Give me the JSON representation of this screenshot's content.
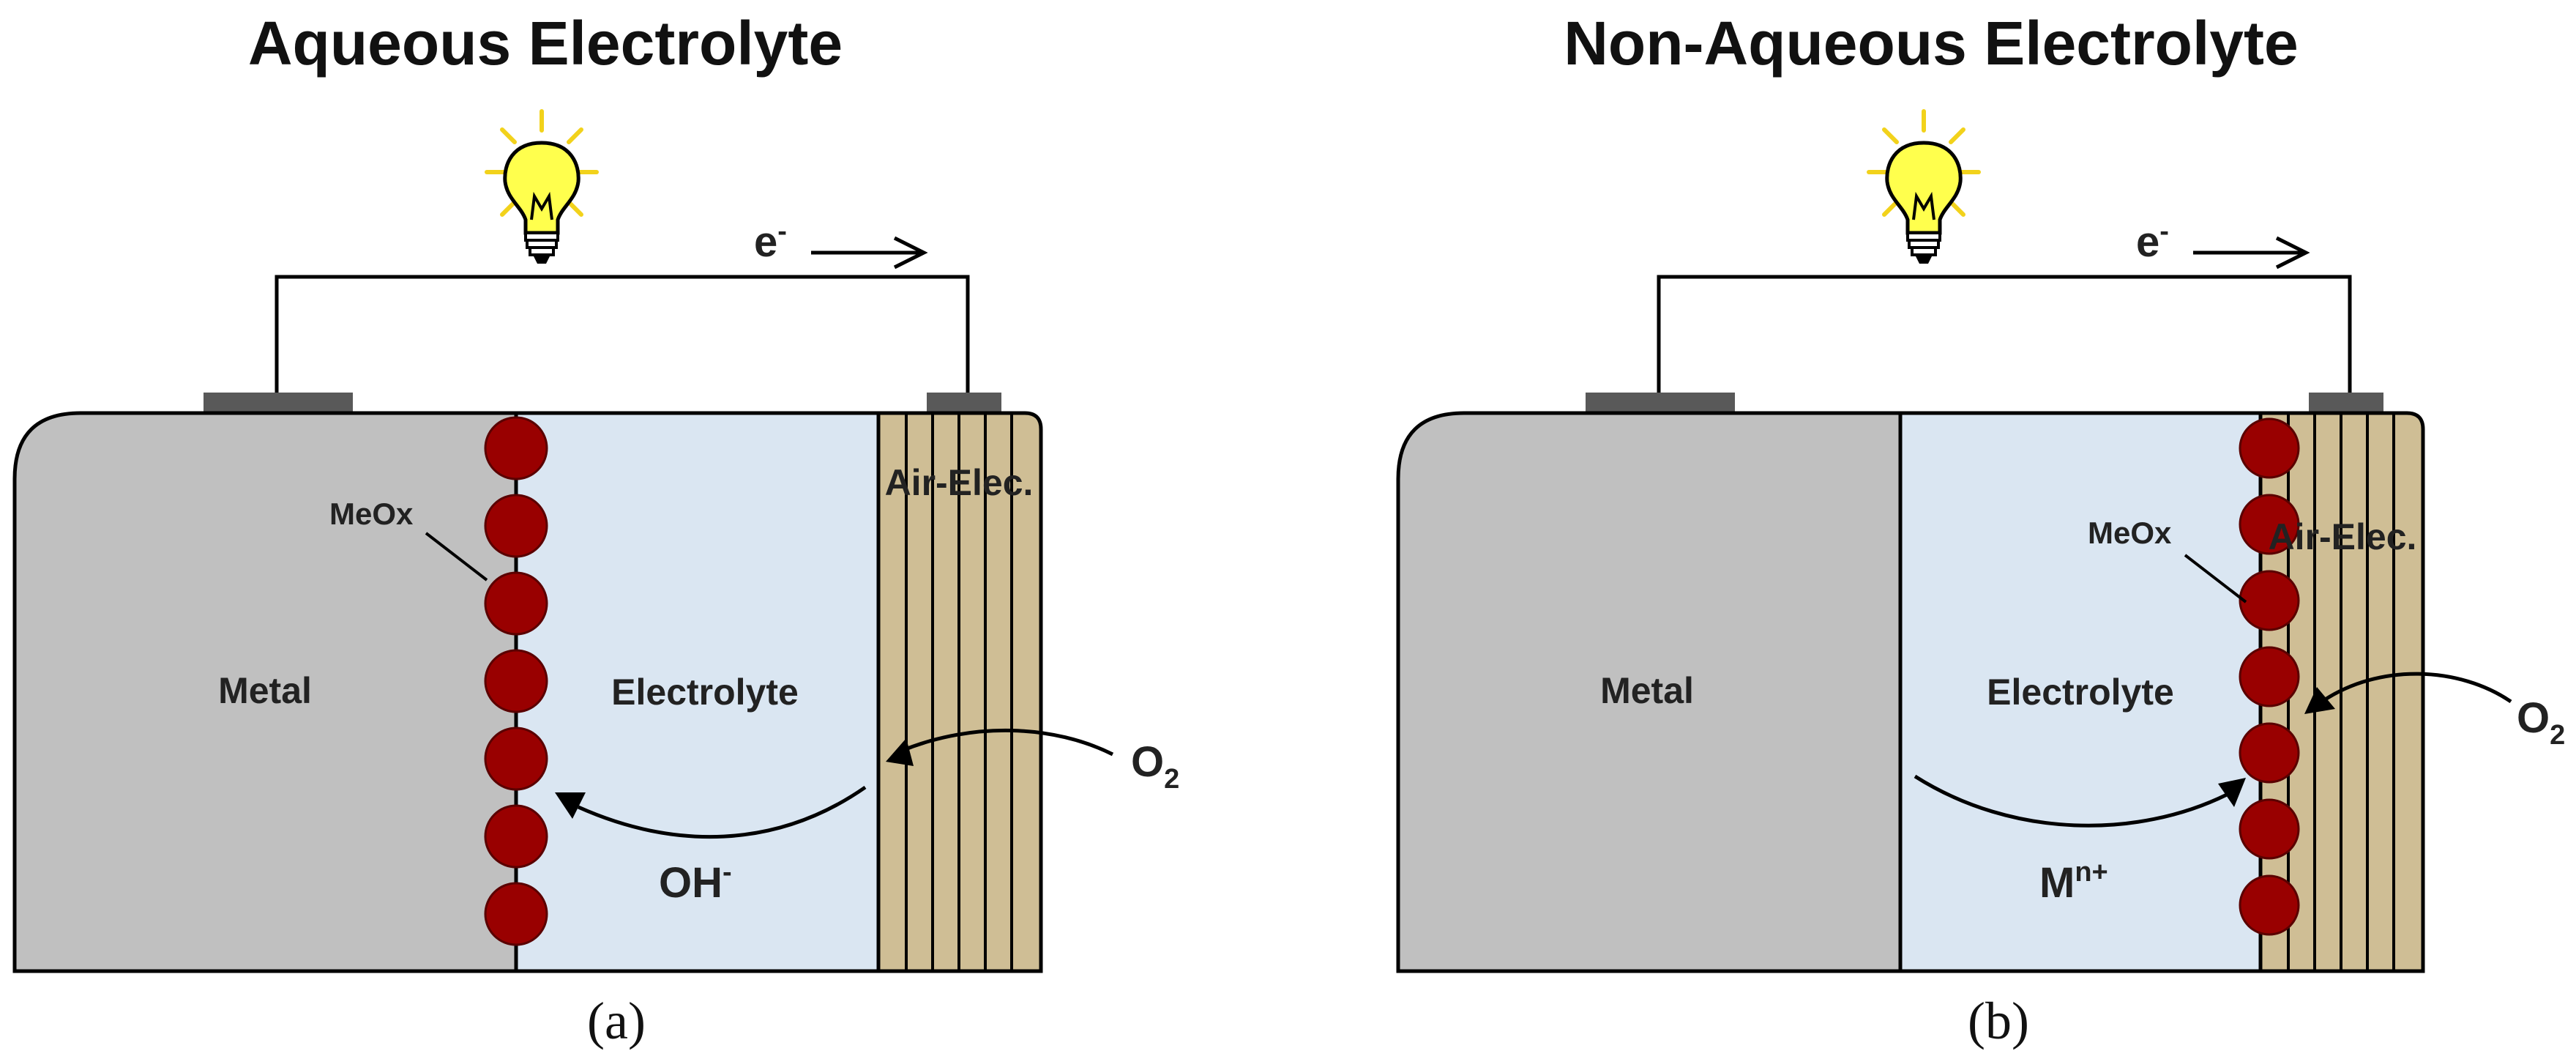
{
  "panels": [
    {
      "title": "Aqueous Electrolyte",
      "caption": "(a)",
      "labels": {
        "metal": "Metal",
        "electrolyte": "Electrolyte",
        "air_electrode": "Air-Elec.",
        "meox": "MeOx",
        "electron": "e",
        "electron_sup": "-",
        "oxygen": "O",
        "oxygen_sub": "2",
        "ion": "OH",
        "ion_sup": "-"
      }
    },
    {
      "title": "Non-Aqueous Electrolyte",
      "caption": "(b)",
      "labels": {
        "metal": "Metal",
        "electrolyte": "Electrolyte",
        "air_electrode": "Air-Elec.",
        "meox": "MeOx",
        "electron": "e",
        "electron_sup": "-",
        "oxygen": "O",
        "oxygen_sub": "2",
        "ion": "M",
        "ion_sup": "n+"
      }
    }
  ],
  "colors": {
    "metal": "#c0c0c0",
    "electrolyte": "#dae6f2",
    "air_electrode": "#cfbe95",
    "meox_particle": "#990000",
    "terminal": "#595959",
    "bulb": "#ffff4d",
    "ray": "#f2d21b"
  }
}
